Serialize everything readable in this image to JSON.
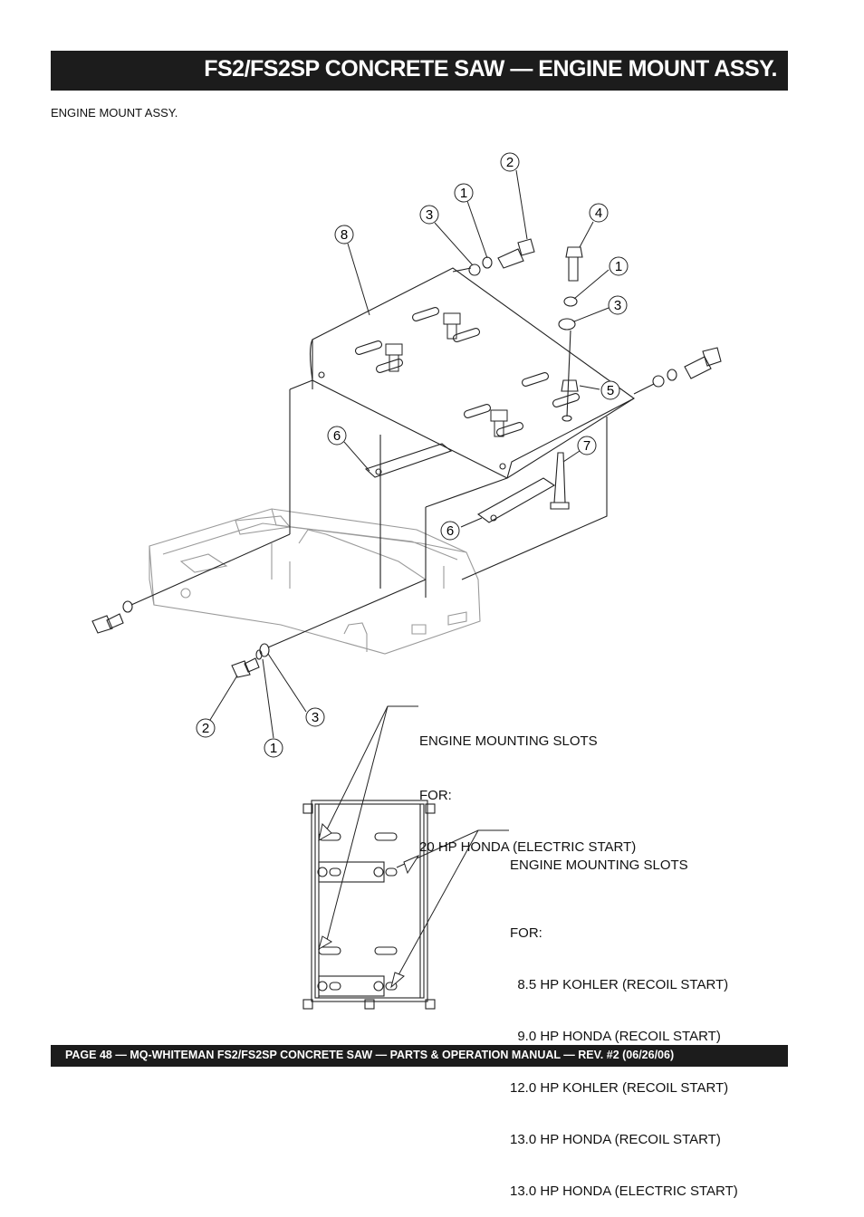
{
  "header": {
    "title": "FS2/FS2SP CONCRETE SAW — ENGINE MOUNT ASSY."
  },
  "section": {
    "subtitle": "ENGINE MOUNT ASSY."
  },
  "callouts": [
    "2",
    "1",
    "3",
    "4",
    "8",
    "1",
    "3",
    "5",
    "6",
    "7",
    "6",
    "2",
    "1",
    "3"
  ],
  "notes": {
    "slots_20hp": {
      "heading": "ENGINE MOUNTING SLOTS",
      "for_label": "FOR:",
      "engines": [
        "20 HP HONDA (ELECTRIC START)"
      ]
    },
    "slots_small": {
      "heading": "ENGINE MOUNTING SLOTS",
      "for_label": "FOR:",
      "engines": [
        "  8.5 HP KOHLER (RECOIL START)",
        "  9.0 HP HONDA (RECOIL START)",
        "12.0 HP KOHLER (RECOIL START)",
        "13.0 HP HONDA (RECOIL START)",
        "13.0 HP HONDA (ELECTRIC START)"
      ]
    }
  },
  "footer": {
    "text": "PAGE 48 — MQ-WHITEMAN FS2/FS2SP  CONCRETE SAW — PARTS & OPERATION MANUAL — REV. #2 (06/26/06)"
  }
}
